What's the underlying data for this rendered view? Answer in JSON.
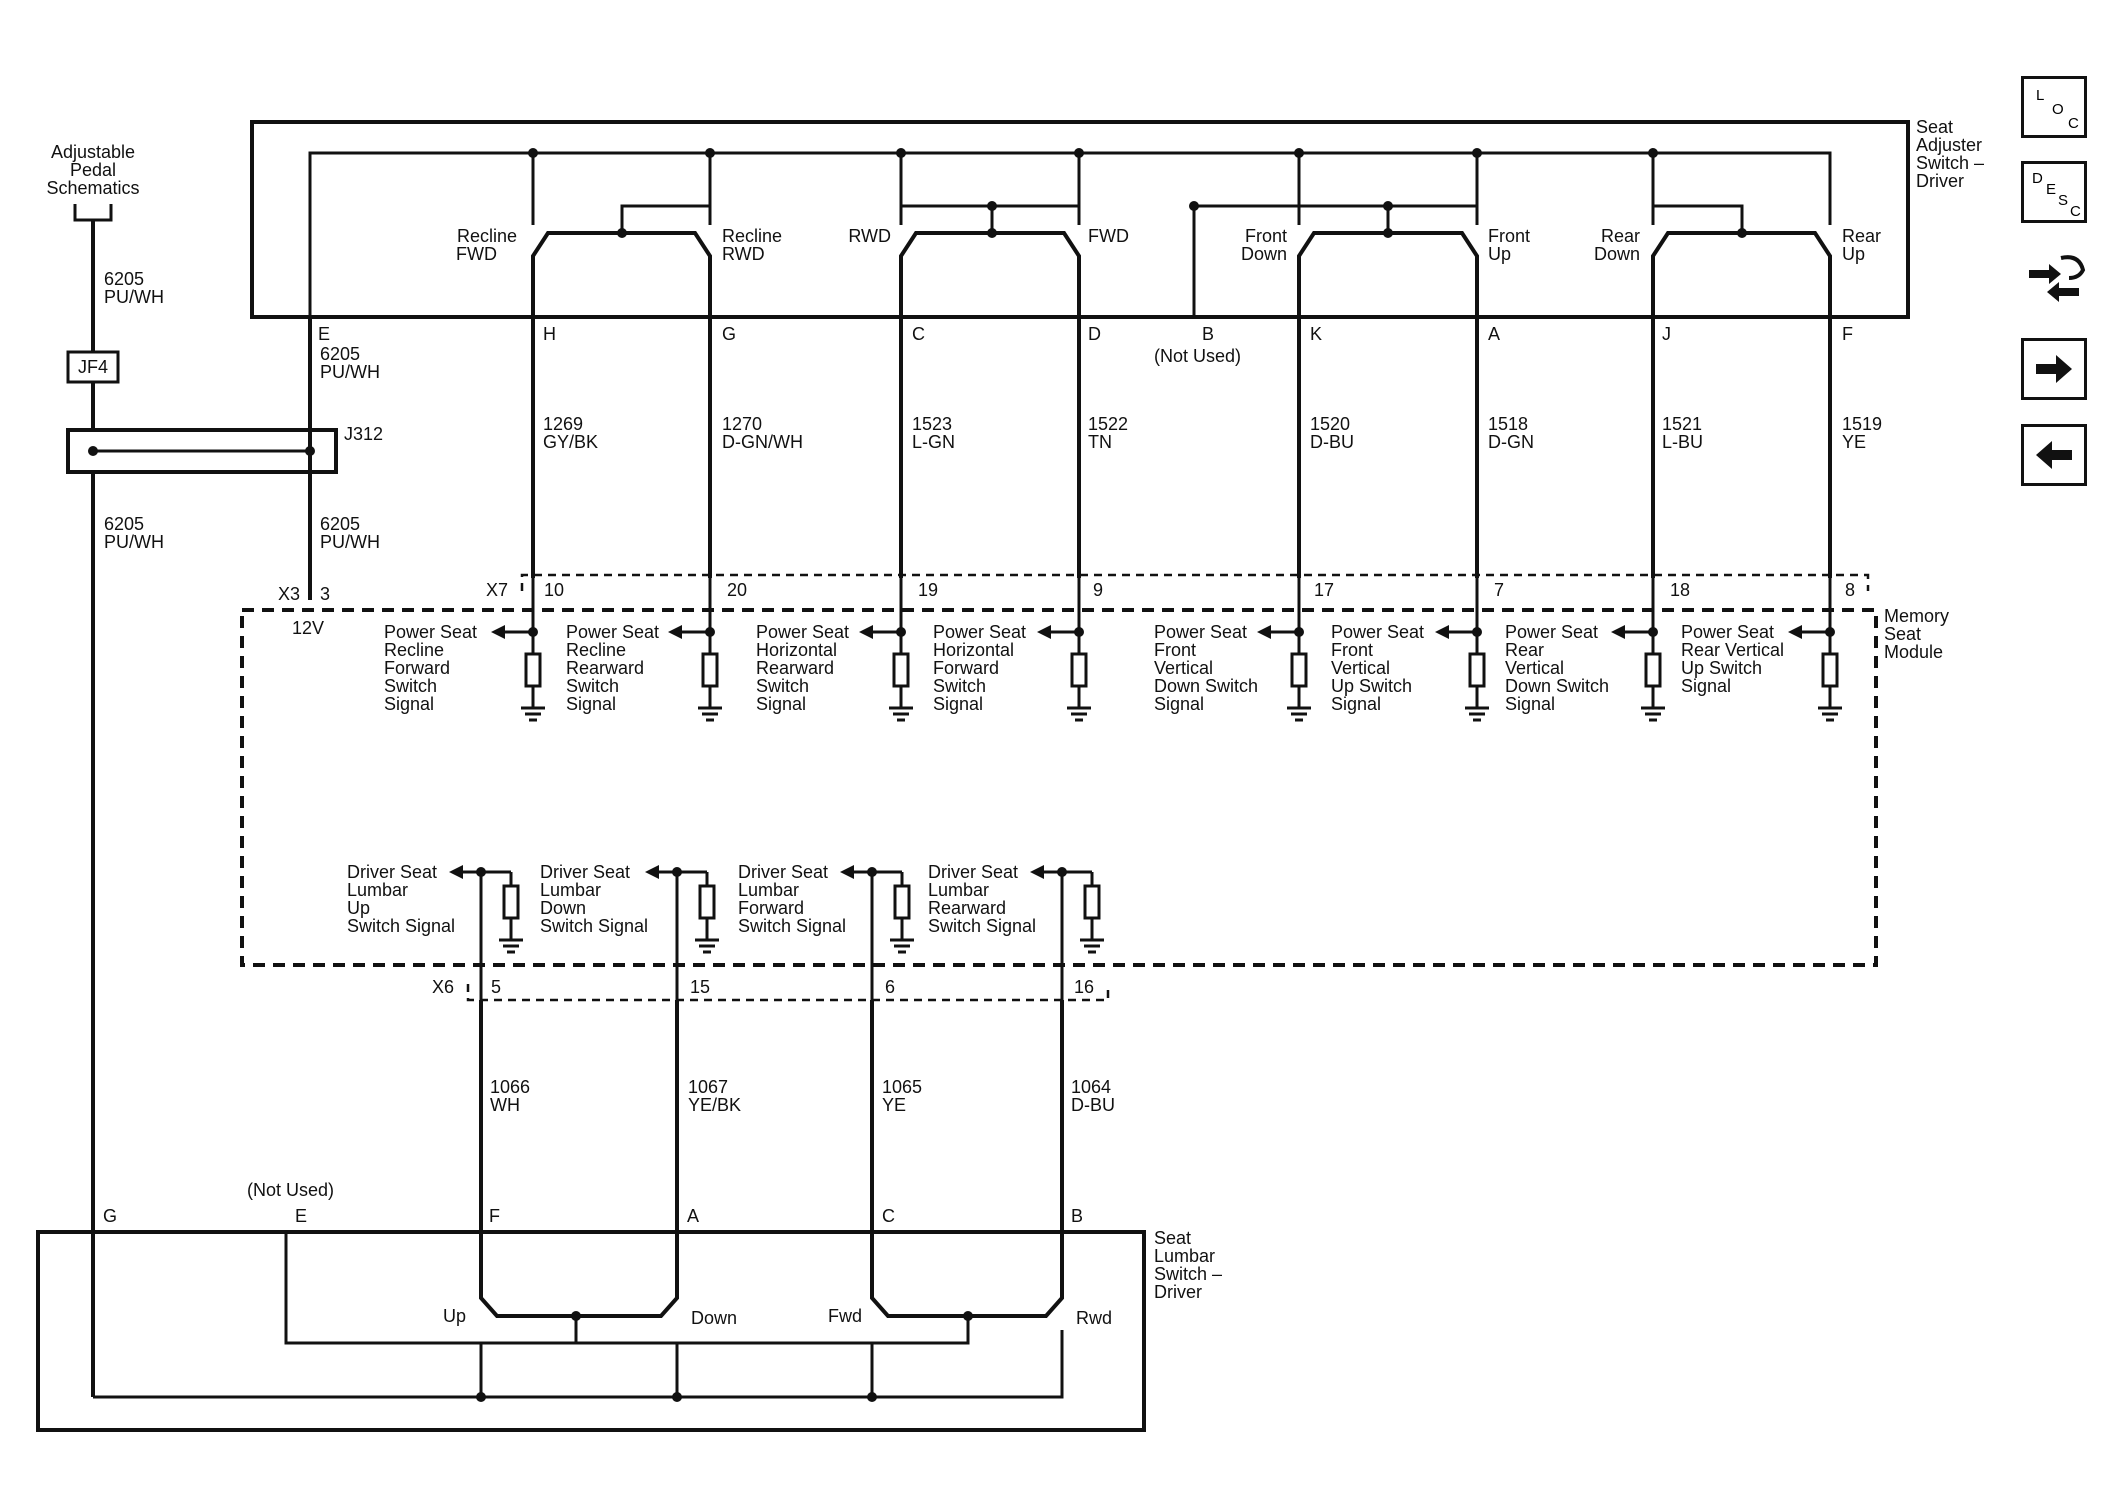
{
  "nav": {
    "loc": [
      "L",
      "O",
      "C"
    ],
    "desc": [
      "D",
      "E",
      "S",
      "C"
    ]
  },
  "components": {
    "seat_adjuster": [
      "Seat",
      "Adjuster",
      "Switch –",
      "Driver"
    ],
    "memory_module": [
      "Memory",
      "Seat",
      "Module"
    ],
    "lumbar_switch": [
      "Seat",
      "Lumbar",
      "Switch –",
      "Driver"
    ],
    "pedal": [
      "Adjustable",
      "Pedal",
      "Schematics"
    ],
    "jf4": "JF4",
    "j312": "J312"
  },
  "adjuster_switches": [
    [
      "Recline",
      "FWD"
    ],
    [
      "Recline",
      "RWD"
    ],
    [
      "RWD"
    ],
    [
      "FWD"
    ],
    [
      "Front",
      "Down"
    ],
    [
      "Front",
      "Up"
    ],
    [
      "Rear",
      "Down"
    ],
    [
      "Rear",
      "Up"
    ]
  ],
  "adjuster_pins": [
    "H",
    "G",
    "C",
    "D",
    "K",
    "A",
    "J",
    "F"
  ],
  "pin_b": [
    "B",
    "(Not Used)"
  ],
  "pin_e": "E",
  "wire_6205": [
    "6205",
    "PU/WH"
  ],
  "circuits_top": [
    [
      "1269",
      "GY/BK"
    ],
    [
      "1270",
      "D-GN/WH"
    ],
    [
      "1523",
      "L-GN"
    ],
    [
      "1522",
      "TN"
    ],
    [
      "1520",
      "D-BU"
    ],
    [
      "1518",
      "D-GN"
    ],
    [
      "1521",
      "L-BU"
    ],
    [
      "1519",
      "YE"
    ]
  ],
  "x7": {
    "label": "X7",
    "pins": [
      "10",
      "20",
      "19",
      "9",
      "17",
      "7",
      "18",
      "8"
    ]
  },
  "x3": {
    "label": "X3",
    "pin": "3",
    "voltage": "12V"
  },
  "x6": {
    "label": "X6",
    "pins": [
      "5",
      "15",
      "6",
      "16"
    ]
  },
  "module_signals_top": [
    [
      "Power Seat",
      "Recline",
      "Forward",
      "Switch",
      "Signal"
    ],
    [
      "Power Seat",
      "Recline",
      "Rearward",
      "Switch",
      "Signal"
    ],
    [
      "Power Seat",
      "Horizontal",
      "Rearward",
      "Switch",
      "Signal"
    ],
    [
      "Power Seat",
      "Horizontal",
      "Forward",
      "Switch",
      "Signal"
    ],
    [
      "Power Seat",
      "Front",
      "Vertical",
      "Down Switch",
      "Signal"
    ],
    [
      "Power Seat",
      "Front",
      "Vertical",
      "Up Switch",
      "Signal"
    ],
    [
      "Power Seat",
      "Rear",
      "Vertical",
      "Down Switch",
      "Signal"
    ],
    [
      "Power Seat",
      "Rear Vertical",
      "Up Switch",
      "Signal"
    ]
  ],
  "module_signals_lumbar": [
    [
      "Driver Seat",
      "Lumbar",
      "Up",
      "Switch Signal"
    ],
    [
      "Driver Seat",
      "Lumbar",
      "Down",
      "Switch Signal"
    ],
    [
      "Driver Seat",
      "Lumbar",
      "Forward",
      "Switch Signal"
    ],
    [
      "Driver Seat",
      "Lumbar",
      "Rearward",
      "Switch Signal"
    ]
  ],
  "circuits_bottom": [
    [
      "1066",
      "WH"
    ],
    [
      "1067",
      "YE/BK"
    ],
    [
      "1065",
      "YE"
    ],
    [
      "1064",
      "D-BU"
    ]
  ],
  "lumbar_pins": [
    "G",
    "E",
    "F",
    "A",
    "C",
    "B"
  ],
  "lumbar_not_used": "(Not Used)",
  "lumbar_switches": [
    "Up",
    "Down",
    "Fwd",
    "Rwd"
  ]
}
